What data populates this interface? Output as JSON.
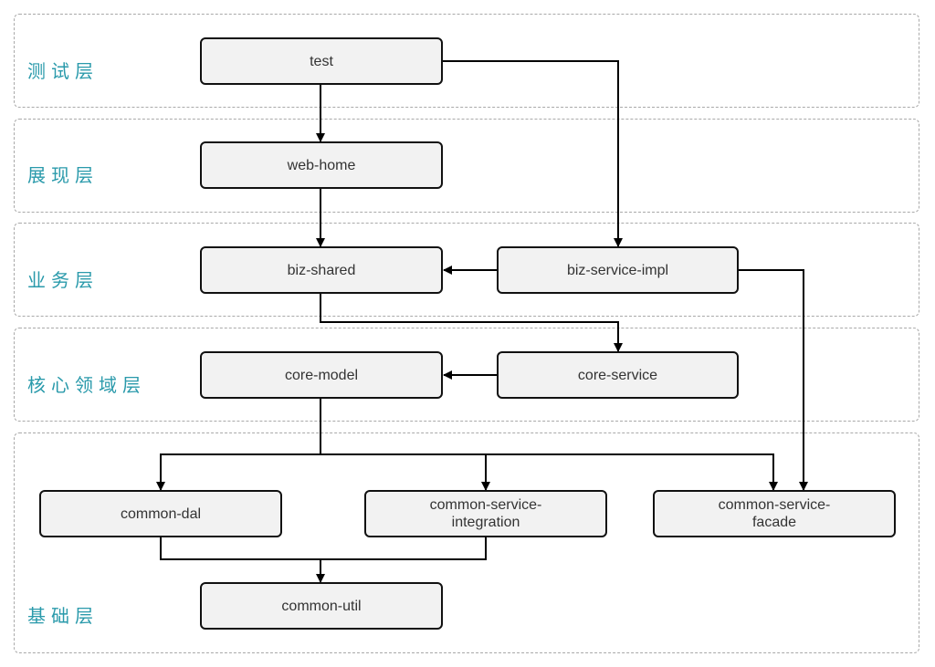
{
  "diagram": {
    "label_color": "#2a9aab",
    "layers": [
      {
        "id": "test-layer",
        "label": "测试层"
      },
      {
        "id": "presentation-layer",
        "label": "展现层"
      },
      {
        "id": "business-layer",
        "label": "业务层"
      },
      {
        "id": "core-domain-layer",
        "label": "核心领域层"
      },
      {
        "id": "foundation-layer",
        "label": "基础层"
      }
    ],
    "nodes": [
      {
        "id": "test",
        "label": "test"
      },
      {
        "id": "web-home",
        "label": "web-home"
      },
      {
        "id": "biz-shared",
        "label": "biz-shared"
      },
      {
        "id": "biz-service-impl",
        "label": "biz-service-impl"
      },
      {
        "id": "core-model",
        "label": "core-model"
      },
      {
        "id": "core-service",
        "label": "core-service"
      },
      {
        "id": "common-dal",
        "label": "common-dal"
      },
      {
        "id": "common-service-integration",
        "label": "common-service-\nintegration"
      },
      {
        "id": "common-service-facade",
        "label": "common-service-\nfacade"
      },
      {
        "id": "common-util",
        "label": "common-util"
      }
    ],
    "edges": [
      {
        "from": "test",
        "to": "web-home"
      },
      {
        "from": "test",
        "to": "biz-service-impl"
      },
      {
        "from": "web-home",
        "to": "biz-shared"
      },
      {
        "from": "biz-service-impl",
        "to": "biz-shared"
      },
      {
        "from": "biz-service-impl",
        "to": "common-service-facade"
      },
      {
        "from": "biz-shared",
        "to": "core-service"
      },
      {
        "from": "core-service",
        "to": "core-model"
      },
      {
        "from": "core-model",
        "to": "common-dal"
      },
      {
        "from": "core-model",
        "to": "common-service-integration"
      },
      {
        "from": "core-model",
        "to": "common-service-facade"
      },
      {
        "from": "common-dal",
        "to": "common-util"
      },
      {
        "from": "common-service-integration",
        "to": "common-util"
      }
    ]
  }
}
